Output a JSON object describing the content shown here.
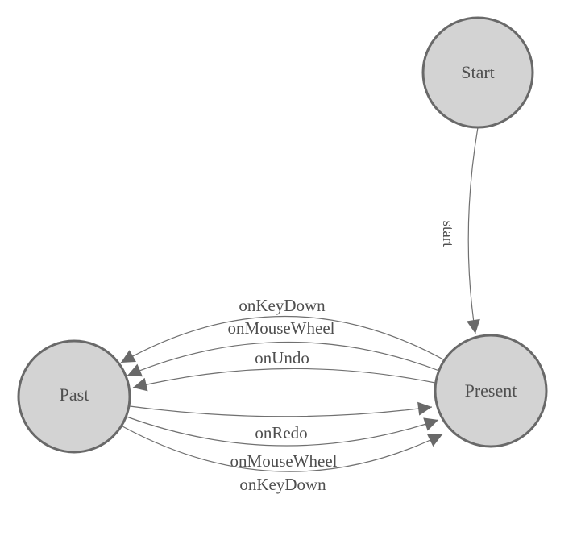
{
  "colors": {
    "background": "#ffffff",
    "node_fill": "#d3d3d3",
    "node_stroke": "#696969",
    "edge_stroke": "#707070",
    "arrow_fill": "#696969",
    "label_color": "#4f4f4f"
  },
  "diagram": {
    "type": "state-machine",
    "nodes": {
      "start": {
        "label": "Start"
      },
      "present": {
        "label": "Present"
      },
      "past": {
        "label": "Past"
      }
    },
    "edges": {
      "start_present": {
        "label": "start",
        "from": "Start",
        "to": "Present"
      },
      "present_past_keydown": {
        "label": "onKeyDown",
        "from": "Present",
        "to": "Past"
      },
      "present_past_mousewheel": {
        "label": "onMouseWheel",
        "from": "Present",
        "to": "Past"
      },
      "present_past_undo": {
        "label": "onUndo",
        "from": "Present",
        "to": "Past"
      },
      "past_present_redo": {
        "label": "onRedo",
        "from": "Past",
        "to": "Present"
      },
      "past_present_mousewheel": {
        "label": "onMouseWheel",
        "from": "Past",
        "to": "Present"
      },
      "past_present_keydown": {
        "label": "onKeyDown",
        "from": "Past",
        "to": "Present"
      }
    }
  }
}
